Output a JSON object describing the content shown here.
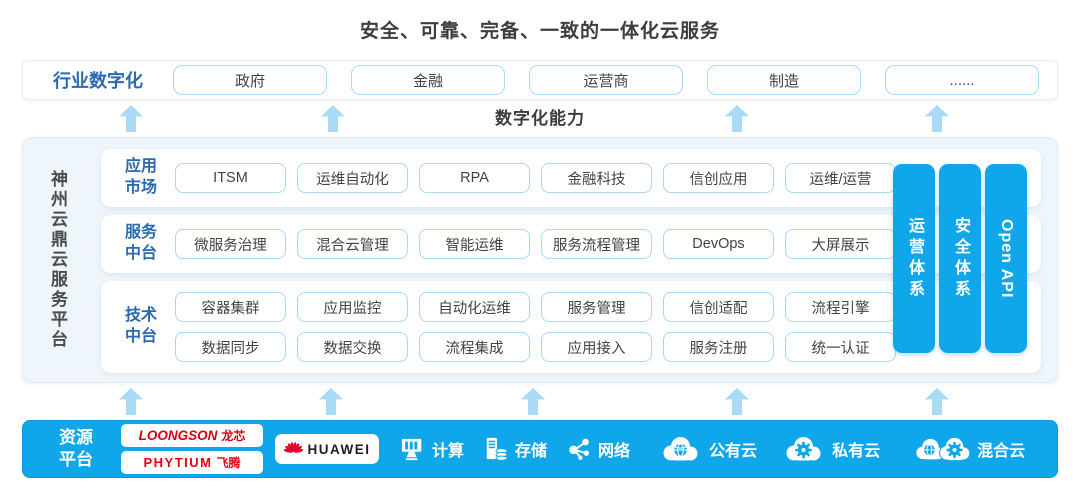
{
  "title": "安全、可靠、完备、一致的一体化云服务",
  "industry": {
    "label": "行业数字化",
    "items": [
      "政府",
      "金融",
      "运营商",
      "制造",
      "......"
    ]
  },
  "capability_label": "数字化能力",
  "platform": {
    "side_label": "神州云鼎云服务平台",
    "rows": [
      {
        "label_line1": "应用",
        "label_line2": "市场",
        "items": [
          "ITSM",
          "运维自动化",
          "RPA",
          "金融科技",
          "信创应用",
          "运维/运营"
        ]
      },
      {
        "label_line1": "服务",
        "label_line2": "中台",
        "items": [
          "微服务治理",
          "混合云管理",
          "智能运维",
          "服务流程管理",
          "DevOps",
          "大屏展示"
        ]
      },
      {
        "label_line1": "技术",
        "label_line2": "中台",
        "items": [
          "容器集群",
          "应用监控",
          "自动化运维",
          "服务管理",
          "信创适配",
          "流程引擎",
          "数据同步",
          "数据交换",
          "流程集成",
          "应用接入",
          "服务注册",
          "统一认证"
        ]
      }
    ],
    "pillars": [
      "运营体系",
      "安全体系",
      "Open API"
    ]
  },
  "resources": {
    "label_line1": "资源",
    "label_line2": "平台",
    "loongson_en": "LOONGSON",
    "loongson_cn": "龙芯",
    "phytium_en": "PHYTIUM",
    "phytium_cn": "飞腾",
    "huawei": "HUAWEI",
    "items": [
      "计算",
      "存储",
      "网络",
      "公有云",
      "私有云",
      "混合云"
    ]
  },
  "icons": {
    "compute": "compute-icon",
    "storage": "storage-icon",
    "network": "network-icon",
    "public_cloud": "cloud-globe-icon",
    "private_cloud": "cloud-gear-icon",
    "hybrid_cloud": "double-cloud-globe-gear-icon",
    "huawei_logo": "huawei-flower-icon",
    "arrows": "up-arrow"
  },
  "colors": {
    "accent_blue": "#0fa7e9",
    "arrow_blue": "#a9dbf7",
    "box_border_blue": "#a9d9f3",
    "label_blue": "#2a6ab0",
    "panel_bg": "#eef5fb",
    "text_dark": "#3d3d3d",
    "loongson_red": "#d6000f",
    "phytium_red": "#e60012",
    "huawei_red": "#e4002b"
  }
}
